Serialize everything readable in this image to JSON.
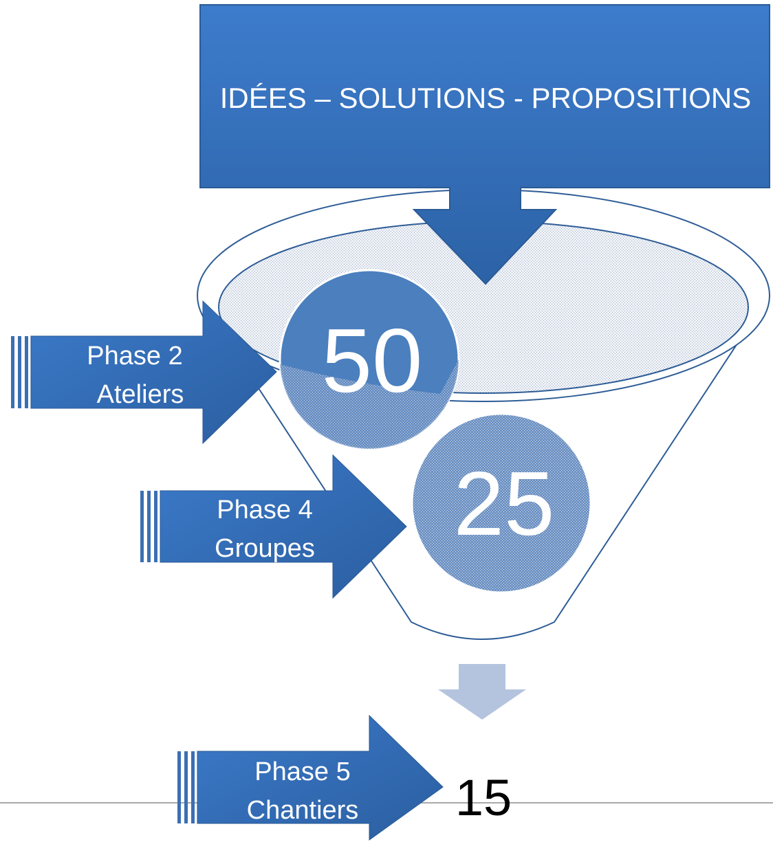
{
  "header": {
    "text": "IDÉES – SOLUTIONS - PROPOSITIONS"
  },
  "counts": {
    "phase2": "50",
    "phase4": "25",
    "phase5": "15"
  },
  "arrows": [
    {
      "line1": "Phase 2",
      "line2": "Ateliers"
    },
    {
      "line1": "Phase 4",
      "line2": "Groupes"
    },
    {
      "line1": "Phase 5",
      "line2": "Chantiers"
    }
  ],
  "colors": {
    "blue_dark": "#2f65a8",
    "blue_light": "#3d7ccc",
    "circle_blue": "#4b7fbe",
    "funnel_fill": "#e4e9f2",
    "funnel_stroke": "#2d5c96",
    "small_arrow": "#b4c4df",
    "rule_line": "#a8a8a8"
  }
}
